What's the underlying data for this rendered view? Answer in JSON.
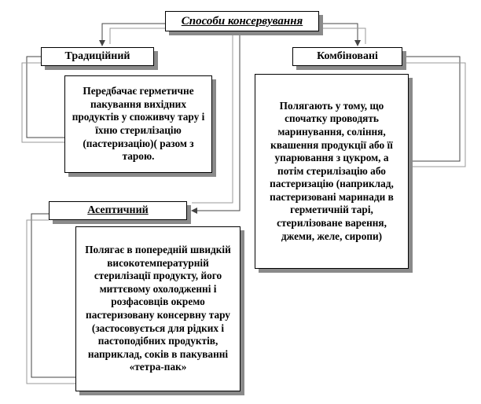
{
  "diagram": {
    "title": "Способи консервування",
    "categories": [
      {
        "name": "Традиційний",
        "description": "Передбачає герметичне пакування вихідних продуктів у споживчу тару і їхню стерилізацію (пастеризацію)( разом з тарою."
      },
      {
        "name": "Комбіновані",
        "description": "Полягають у тому, що спочатку проводять маринування, соління, квашення продукції або її упарювання з цукром, а потім стерилізацію або пастеризацію (наприклад, пастеризовані маринади в герметичній тарі, стерилізоване варення, джеми, желе, сиропи)"
      },
      {
        "name": "Асептичний",
        "description": "Полягає в попередній швидкій високотемпературній стерилізації продукту, його миттєвому охолодженні і розфасовців окремо пастеризовану консервну тару (застосовується для рідких і пастоподібних продуктів, наприклад, соків в пакуванні «тетра-пак»"
      }
    ]
  }
}
